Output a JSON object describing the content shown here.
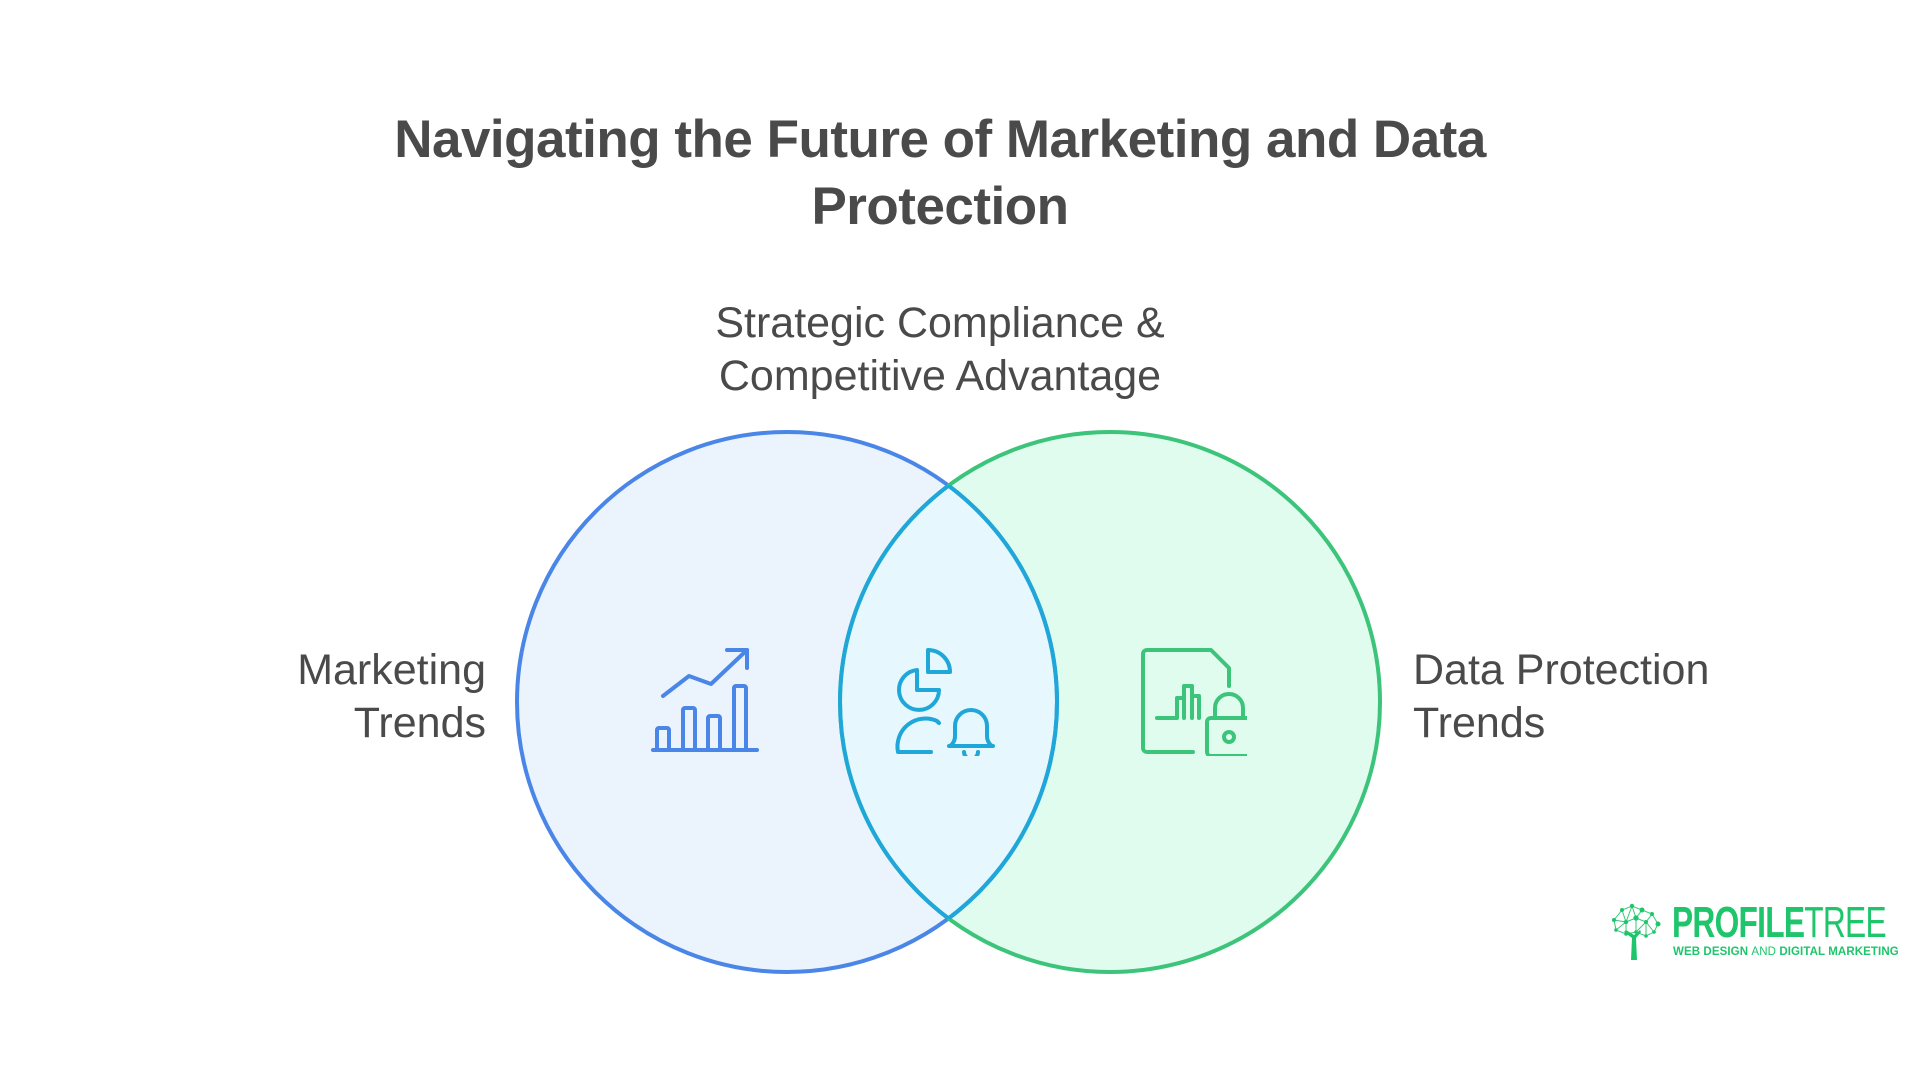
{
  "title": {
    "line1": "Navigating the Future of Marketing and Data",
    "line2": "Protection"
  },
  "venn": {
    "overlap_label": {
      "line1": "Strategic Compliance &",
      "line2": "Competitive Advantage",
      "icon": "person-pie-chart-bell-icon"
    },
    "left_set": {
      "label_line1": "Marketing",
      "label_line2": "Trends",
      "icon": "trending-bar-chart-icon",
      "stroke_color": "#4a86e8",
      "fill_color": "#ebf3fd"
    },
    "right_set": {
      "label_line1": "Data Protection",
      "label_line2": "Trends",
      "icon": "document-chart-lock-icon",
      "stroke_color": "#3cc47a",
      "fill_color": "#e0fcef"
    },
    "overlap": {
      "stroke_color": "#1ea7d8",
      "fill_color": "#e6f7fd"
    }
  },
  "logo": {
    "brand_bold": "PROFILE",
    "brand_light": "TREE",
    "tagline_a": "WEB DESIGN ",
    "tagline_b": "AND ",
    "tagline_c": "DIGITAL MARKETING",
    "color": "#1ec56b"
  },
  "text_color": "#4a4a4a"
}
